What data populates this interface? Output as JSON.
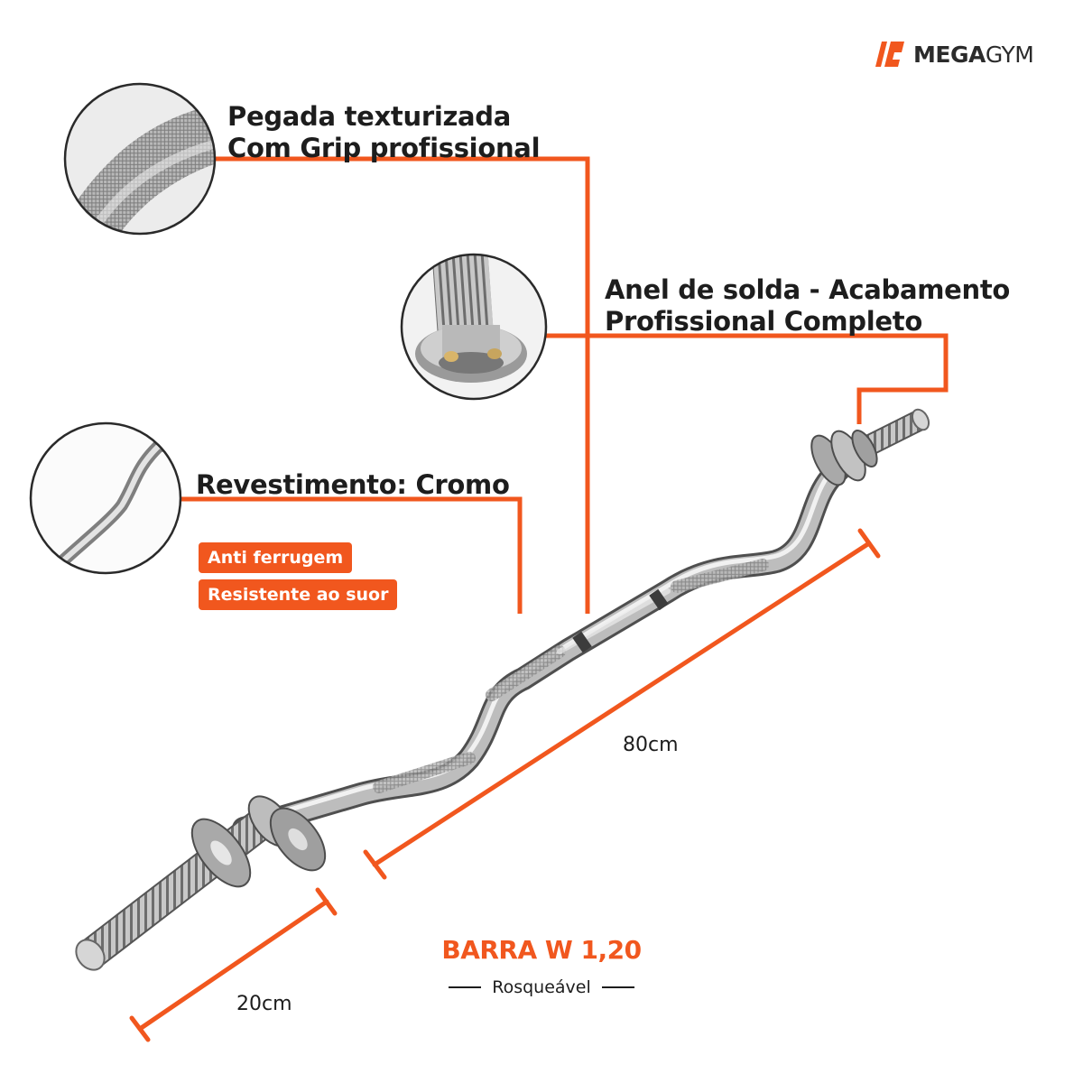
{
  "brand": {
    "name_bold": "MEGA",
    "name_light": "GYM",
    "logo_icon": "megagym-logo-icon",
    "accent": "#f1571e"
  },
  "features": {
    "grip": {
      "line1": "Pegada texturizada",
      "line2": "Com Grip profissional",
      "image": "knurled-grip-closeup"
    },
    "weld": {
      "line1": "Anel de solda - Acabamento",
      "line2": "Profissional Completo",
      "image": "weld-ring-closeup"
    },
    "coating": {
      "title": "Revestimento: Cromo",
      "image": "curved-bar-closeup",
      "tags": [
        "Anti ferrugem",
        "Resistente ao suor"
      ]
    }
  },
  "measurements": {
    "grip_length": "80cm",
    "sleeve_length": "20cm"
  },
  "product": {
    "title": "BARRA W 1,20",
    "subtitle": "Rosqueável"
  }
}
